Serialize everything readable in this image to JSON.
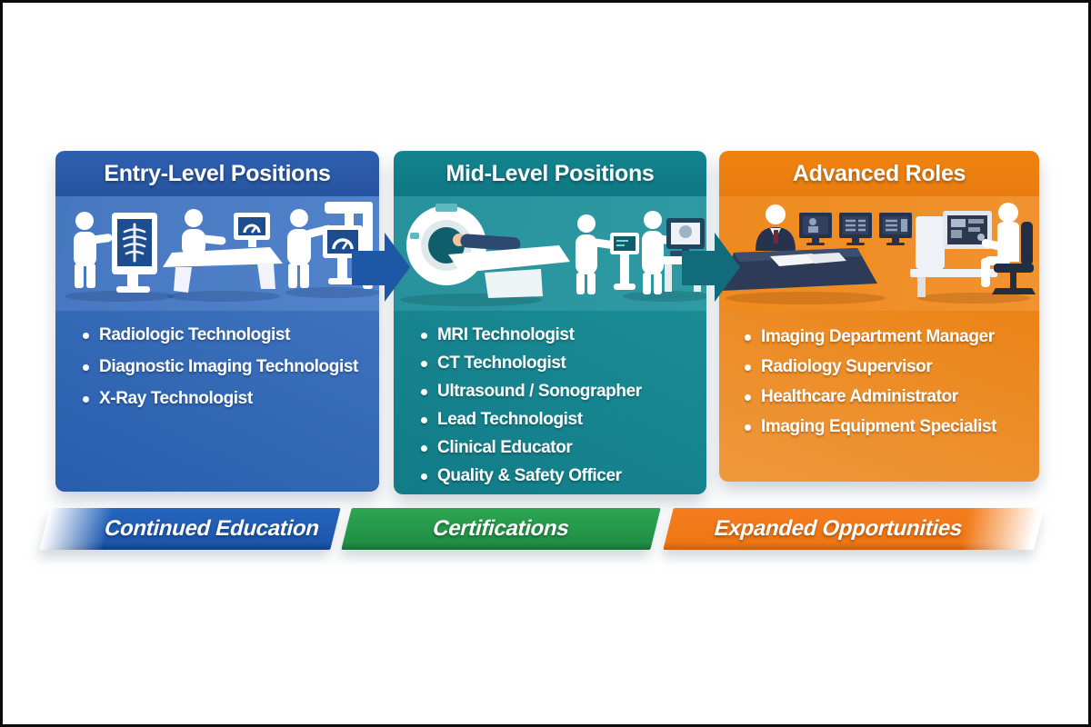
{
  "panels": [
    {
      "id": "entry-level",
      "title": "Entry-Level Positions",
      "items": [
        "Radiologic Technologist",
        "Diagnostic Imaging Technologist",
        "X-Ray Technologist"
      ]
    },
    {
      "id": "mid-level",
      "title": "Mid-Level Positions",
      "items": [
        "MRI Technologist",
        "CT Technologist",
        "Ultrasound / Sonographer",
        "Lead Technologist",
        "Clinical Educator",
        "Quality & Safety Officer"
      ]
    },
    {
      "id": "advanced",
      "title": "Advanced Roles",
      "items": [
        "Imaging Department Manager",
        "Radiology Supervisor",
        "Healthcare Administrator",
        "Imaging Equipment Specialist"
      ]
    }
  ],
  "ribbon": {
    "segments": [
      {
        "label": "Continued Education",
        "color": "#1d58b0"
      },
      {
        "label": "Certifications",
        "color": "#23984a"
      },
      {
        "label": "Expanded Opportunities",
        "color": "#f1771b"
      }
    ]
  },
  "arrows": [
    {
      "name": "arrow-entry-to-mid",
      "color": "#1e57a5"
    },
    {
      "name": "arrow-mid-to-advanced",
      "color": "#116b7b"
    }
  ],
  "icons": [
    "xray-viewer-scene-icon",
    "radiography-desk-scene-icon",
    "xray-positioner-scene-icon",
    "mri-scanner-scene-icon",
    "console-tech-scene-icon",
    "workstation-tech-scene-icon",
    "manager-desk-scene-icon",
    "equipment-workstation-scene-icon",
    "flow-arrow-icon"
  ],
  "colors": {
    "entry_header": "#2a5aa8",
    "entry_band": "#4b7cc4",
    "entry_body": "#2d63b0",
    "mid_header": "#11818d",
    "mid_band": "#2f99a1",
    "mid_body": "#11808c",
    "advanced_header": "#ee8010",
    "advanced_band": "#f2912a",
    "advanced_body": "#ee9332",
    "screen_navy_blue": "#1d4c8f",
    "screen_dark_teal": "#0e5f6b",
    "suit_navy": "#27334e",
    "text": "#ffffff",
    "background": "#ffffff",
    "frame": "#0b0b0b"
  }
}
